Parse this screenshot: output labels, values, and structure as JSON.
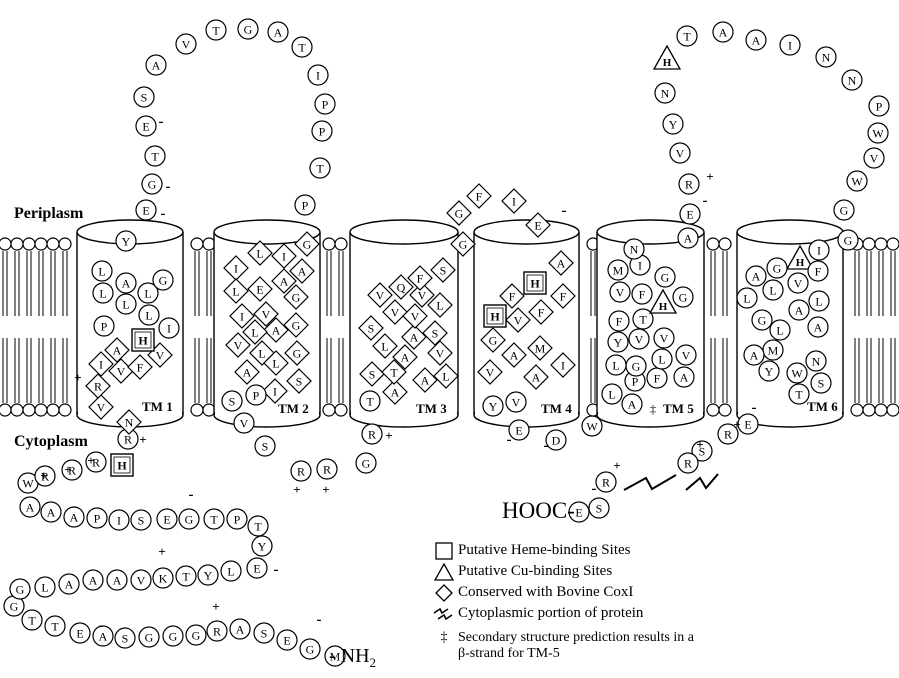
{
  "labels": {
    "periplasm": "Periplasm",
    "cytoplasm": "Cytoplasm",
    "cterm": "HOOC-",
    "nterm": "- NH",
    "nterm_sub": "2"
  },
  "helices": [
    {
      "name": "TM 1"
    },
    {
      "name": "TM 2"
    },
    {
      "name": "TM 3"
    },
    {
      "name": "TM 4"
    },
    {
      "name": "TM 5"
    },
    {
      "name": "TM 6"
    }
  ],
  "legend": {
    "heme": "Putative Heme-binding Sites",
    "cu": "Putative Cu-binding Sites",
    "conserved": "Conserved with Bovine CoxI",
    "cyto": "Cytoplasmic portion of protein",
    "note_symbol": "‡",
    "note_line1": "Secondary structure prediction results in a",
    "note_line2": "β-strand for TM-5"
  },
  "colors": {
    "ink": "#000000",
    "background": "#ffffff"
  }
}
